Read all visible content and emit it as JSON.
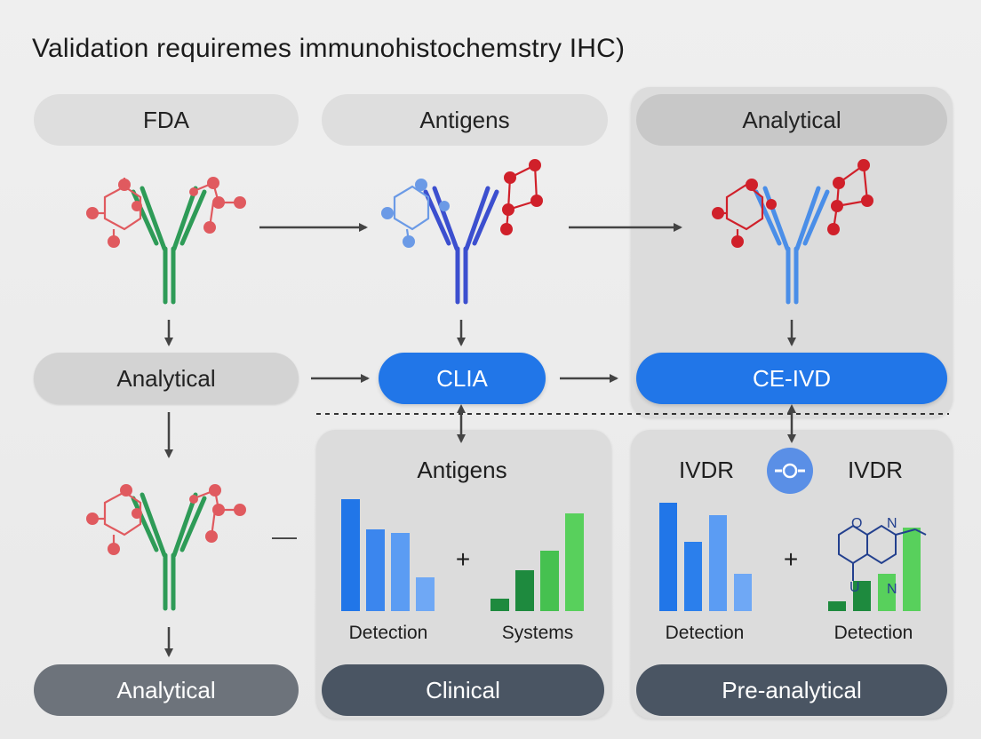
{
  "title": "Validation requiremes immunohistochemstry IHC)",
  "top_row": [
    "FDA",
    "Antigens",
    "Analytical"
  ],
  "mid_row": [
    "Analytical",
    "CLIA",
    "CE-IVD"
  ],
  "bottom_row": [
    "Analytical",
    "Clinical",
    "Pre-analytical"
  ],
  "center_panel": {
    "heading": "Antigens",
    "left_caption": "Detection",
    "plus": "+",
    "right_caption": "Systems"
  },
  "right_panel": {
    "heading_left": "IVDR",
    "heading_right": "IVDR",
    "left_caption": "Detection",
    "plus": "+",
    "right_caption": "Detection"
  },
  "molecule_letters": [
    "O",
    "N",
    "N",
    "U"
  ],
  "dash": "—",
  "colors": {
    "blue": "#2176e8",
    "green_ab": "#2e9b57",
    "red_mol": "#e05a5f",
    "dark_pill": "#4a5563"
  }
}
